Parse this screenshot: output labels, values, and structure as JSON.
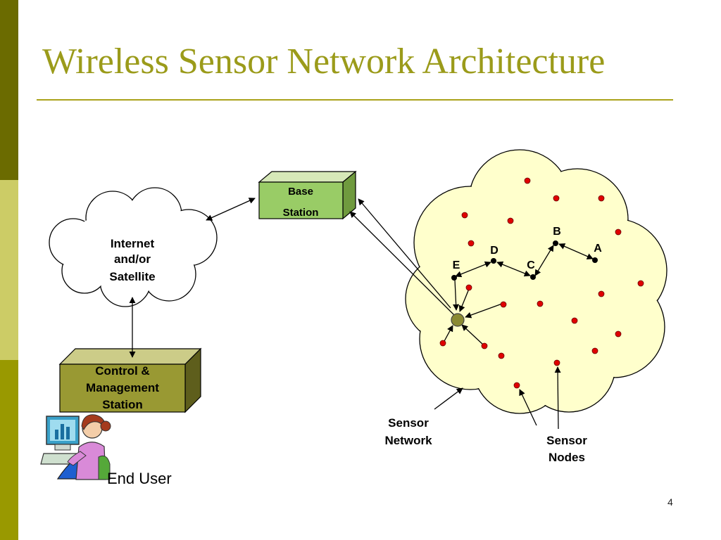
{
  "title": "Wireless Sensor Network Architecture",
  "page_number": "4",
  "colors": {
    "band_top": "#6b6b00",
    "band_mid": "#cccc66",
    "band_bot": "#999900",
    "title": "#9b9b1a",
    "cloud_fill": "#ffffcc",
    "base_station": "#99cc66",
    "control_station": "#999933",
    "sensor_node": "#e00000",
    "gateway": "#8a8a33"
  },
  "internet_cloud": {
    "line1": "Internet",
    "line2": "and/or",
    "line3": "Satellite"
  },
  "base_station": {
    "line1": "Base",
    "line2": "Station"
  },
  "control_station": {
    "line1": "Control &",
    "line2": "Management",
    "line3": "Station"
  },
  "end_user": {
    "label": "End User",
    "icon": "person-at-computer-icon"
  },
  "sensor_network_label": {
    "line1": "Sensor",
    "line2": "Network"
  },
  "sensor_nodes_label": {
    "line1": "Sensor",
    "line2": "Nodes"
  },
  "nodes": {
    "a": "A",
    "b": "B",
    "c": "C",
    "d": "D",
    "e": "E"
  }
}
